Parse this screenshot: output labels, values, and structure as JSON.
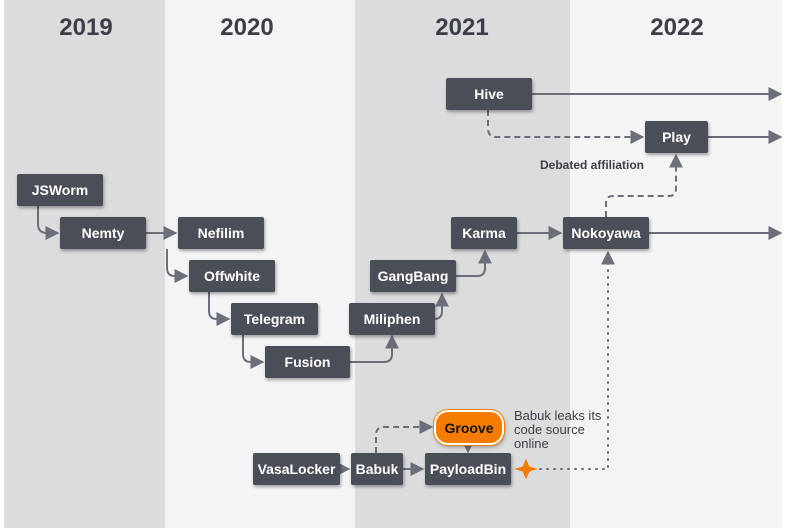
{
  "years": [
    "2019",
    "2020",
    "2021",
    "2022"
  ],
  "nodes": {
    "jsworm": "JSWorm",
    "nemty": "Nemty",
    "nefilim": "Nefilim",
    "offwhite": "Offwhite",
    "telegram": "Telegram",
    "fusion": "Fusion",
    "miliphen": "Miliphen",
    "gangbang": "GangBang",
    "karma": "Karma",
    "nokoyawa": "Nokoyawa",
    "hive": "Hive",
    "play": "Play",
    "vasalocker": "VasaLocker",
    "babuk": "Babuk",
    "payloadbin": "PayloadBin",
    "groove": "Groove"
  },
  "annotations": {
    "debated": "Debated affiliation",
    "babuk_leak": "Babuk leaks its code source online"
  },
  "colors": {
    "node": "#4a4e57",
    "groove": "#f57c00",
    "band_dark": "#dbdcde",
    "band_light": "#f3f4f6",
    "connector": "#6b6f77",
    "marker": "#f57c00"
  }
}
